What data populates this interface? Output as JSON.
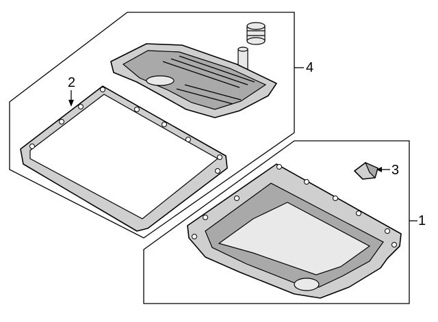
{
  "callouts": {
    "pan": "1",
    "gasket": "2",
    "plug": "3",
    "filter": "4"
  },
  "colors": {
    "stroke": "#000000",
    "fill_mid": "#cfcfcf",
    "fill_dark": "#a9a9a9",
    "background": "#ffffff"
  }
}
